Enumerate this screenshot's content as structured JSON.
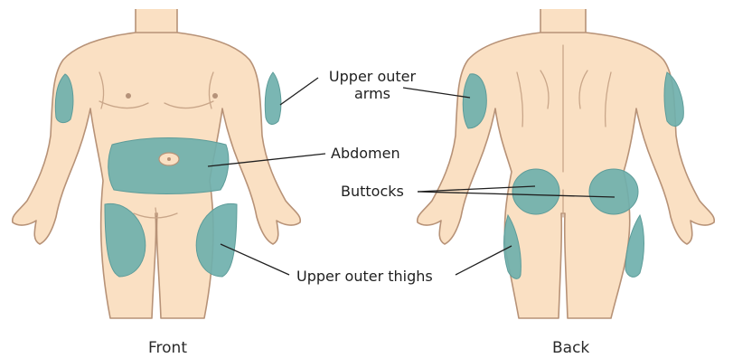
{
  "labels": {
    "upper_outer_arms_line1": "Upper outer",
    "upper_outer_arms_line2": "arms",
    "abdomen": "Abdomen",
    "buttocks": "Buttocks",
    "upper_outer_thighs": "Upper outer thighs"
  },
  "captions": {
    "front": "Front",
    "back": "Back"
  },
  "colors": {
    "skin": "#fae0c3",
    "skin_outline": "#b79277",
    "injection_site": "#6fb0ad",
    "text": "#1f1f1f"
  }
}
